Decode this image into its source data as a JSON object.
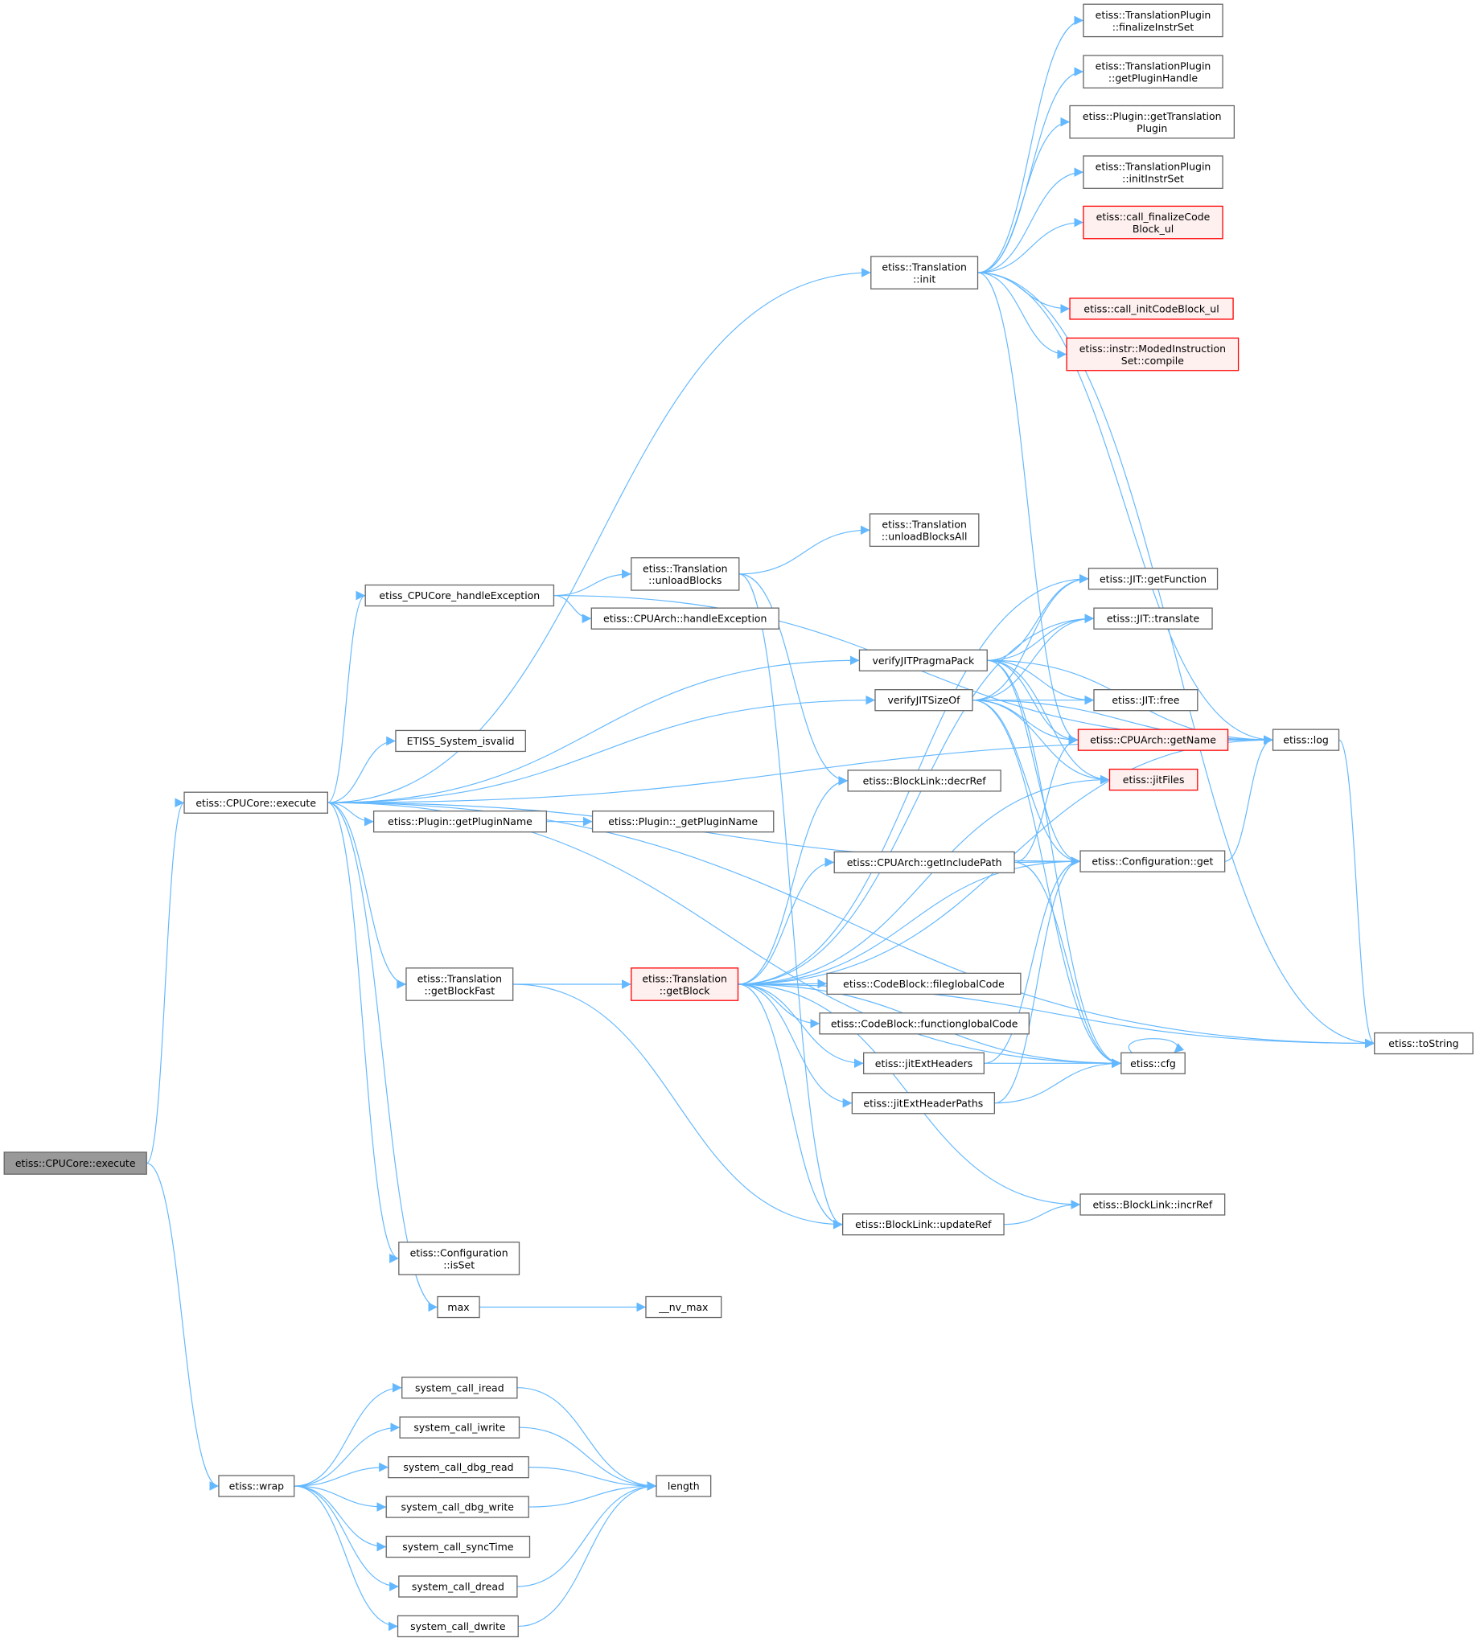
{
  "colors": {
    "edge": "#63b8ff",
    "root_fill": "#999999",
    "red_border": "#ff0000",
    "red_fill": "#fff0f0"
  },
  "nodes": {
    "root": [
      "etiss::CPUCore::execute"
    ],
    "execute": [
      "etiss::CPUCore::execute"
    ],
    "wrap": [
      "etiss::wrap"
    ],
    "init": [
      "etiss::Translation",
      "::init"
    ],
    "coreHandleExc": [
      "etiss_CPUCore_handleException"
    ],
    "isvalid": [
      "ETISS_System_isvalid"
    ],
    "getPluginName": [
      "etiss::Plugin::getPluginName"
    ],
    "getBlockFast": [
      "etiss::Translation",
      "::getBlockFast"
    ],
    "isSet": [
      "etiss::Configuration",
      "::isSet"
    ],
    "max": [
      "max"
    ],
    "iread": [
      "system_call_iread"
    ],
    "iwrite": [
      "system_call_iwrite"
    ],
    "dbgread": [
      "system_call_dbg_read"
    ],
    "dbgwrite": [
      "system_call_dbg_write"
    ],
    "syncTime": [
      "system_call_syncTime"
    ],
    "dread": [
      "system_call_dread"
    ],
    "dwrite": [
      "system_call_dwrite"
    ],
    "unloadBlocks": [
      "etiss::Translation",
      "::unloadBlocks"
    ],
    "archHandleExc": [
      "etiss::CPUArch::handleException"
    ],
    "pragmaPack": [
      "verifyJITPragmaPack"
    ],
    "sizeOf": [
      "verifyJITSizeOf"
    ],
    "_getPluginName": [
      "etiss::Plugin::_getPluginName"
    ],
    "getBlock": [
      "etiss::Translation",
      "::getBlock"
    ],
    "nvmax": [
      "__nv_max"
    ],
    "length": [
      "length"
    ],
    "unloadBlocksAll": [
      "etiss::Translation",
      "::unloadBlocksAll"
    ],
    "decrRef": [
      "etiss::BlockLink::decrRef"
    ],
    "getIncludePath": [
      "etiss::CPUArch::getIncludePath"
    ],
    "fileglobal": [
      "etiss::CodeBlock::fileglobalCode"
    ],
    "functionglobal": [
      "etiss::CodeBlock::functionglobalCode"
    ],
    "jitExtHeaders": [
      "etiss::jitExtHeaders"
    ],
    "jitExtHeaderPaths": [
      "etiss::jitExtHeaderPaths"
    ],
    "updateRef": [
      "etiss::BlockLink::updateRef"
    ],
    "finalizeInstrSet": [
      "etiss::TranslationPlugin",
      "::finalizeInstrSet"
    ],
    "getPluginHandle": [
      "etiss::TranslationPlugin",
      "::getPluginHandle"
    ],
    "getTranslationPlugin": [
      "etiss::Plugin::getTranslation",
      "Plugin"
    ],
    "initInstrSet": [
      "etiss::TranslationPlugin",
      "::initInstrSet"
    ],
    "callFinalize": [
      "etiss::call_finalizeCode",
      "Block_ul"
    ],
    "callInit": [
      "etiss::call_initCodeBlock_ul"
    ],
    "compile": [
      "etiss::instr::ModedInstruction",
      "Set::compile"
    ],
    "getFunction": [
      "etiss::JIT::getFunction"
    ],
    "translate": [
      "etiss::JIT::translate"
    ],
    "free": [
      "etiss::JIT::free"
    ],
    "getName": [
      "etiss::CPUArch::getName"
    ],
    "jitFiles": [
      "etiss::jitFiles"
    ],
    "confGet": [
      "etiss::Configuration::get"
    ],
    "cfg": [
      "etiss::cfg"
    ],
    "incrRef": [
      "etiss::BlockLink::incrRef"
    ],
    "log": [
      "etiss::log"
    ],
    "toString": [
      "etiss::toString"
    ]
  },
  "edges": [
    [
      "root",
      "execute"
    ],
    [
      "root",
      "wrap"
    ],
    [
      "execute",
      "init"
    ],
    [
      "execute",
      "coreHandleExc"
    ],
    [
      "execute",
      "pragmaPack"
    ],
    [
      "execute",
      "sizeOf"
    ],
    [
      "execute",
      "isvalid"
    ],
    [
      "execute",
      "getPluginName"
    ],
    [
      "execute",
      "getBlockFast"
    ],
    [
      "execute",
      "isSet"
    ],
    [
      "execute",
      "max"
    ],
    [
      "execute",
      "log"
    ],
    [
      "execute",
      "confGet"
    ],
    [
      "execute",
      "cfg"
    ],
    [
      "execute",
      "toString"
    ],
    [
      "coreHandleExc",
      "unloadBlocks"
    ],
    [
      "coreHandleExc",
      "archHandleExc"
    ],
    [
      "coreHandleExc",
      "log"
    ],
    [
      "unloadBlocks",
      "unloadBlocksAll"
    ],
    [
      "unloadBlocks",
      "decrRef"
    ],
    [
      "unloadBlocks",
      "updateRef"
    ],
    [
      "init",
      "finalizeInstrSet"
    ],
    [
      "init",
      "getPluginHandle"
    ],
    [
      "init",
      "getTranslationPlugin"
    ],
    [
      "init",
      "initInstrSet"
    ],
    [
      "init",
      "callFinalize"
    ],
    [
      "init",
      "callInit"
    ],
    [
      "init",
      "compile"
    ],
    [
      "init",
      "log"
    ],
    [
      "init",
      "toString"
    ],
    [
      "init",
      "getName"
    ],
    [
      "pragmaPack",
      "getFunction"
    ],
    [
      "pragmaPack",
      "translate"
    ],
    [
      "pragmaPack",
      "free"
    ],
    [
      "pragmaPack",
      "log"
    ],
    [
      "pragmaPack",
      "getName"
    ],
    [
      "pragmaPack",
      "jitFiles"
    ],
    [
      "pragmaPack",
      "cfg"
    ],
    [
      "pragmaPack",
      "confGet"
    ],
    [
      "sizeOf",
      "getFunction"
    ],
    [
      "sizeOf",
      "translate"
    ],
    [
      "sizeOf",
      "free"
    ],
    [
      "sizeOf",
      "getName"
    ],
    [
      "sizeOf",
      "jitFiles"
    ],
    [
      "sizeOf",
      "cfg"
    ],
    [
      "sizeOf",
      "confGet"
    ],
    [
      "sizeOf",
      "log"
    ],
    [
      "getPluginName",
      "_getPluginName"
    ],
    [
      "getBlockFast",
      "getBlock"
    ],
    [
      "getBlockFast",
      "updateRef"
    ],
    [
      "getBlock",
      "getFunction"
    ],
    [
      "getBlock",
      "translate"
    ],
    [
      "getBlock",
      "decrRef"
    ],
    [
      "getBlock",
      "jitFiles"
    ],
    [
      "getBlock",
      "getIncludePath"
    ],
    [
      "getBlock",
      "confGet"
    ],
    [
      "getBlock",
      "log"
    ],
    [
      "getBlock",
      "fileglobal"
    ],
    [
      "getBlock",
      "functionglobal"
    ],
    [
      "getBlock",
      "jitExtHeaders"
    ],
    [
      "getBlock",
      "jitExtHeaderPaths"
    ],
    [
      "getBlock",
      "cfg"
    ],
    [
      "getBlock",
      "incrRef"
    ],
    [
      "getBlock",
      "updateRef"
    ],
    [
      "getBlock",
      "toString"
    ],
    [
      "getIncludePath",
      "getName"
    ],
    [
      "getIncludePath",
      "confGet"
    ],
    [
      "getIncludePath",
      "cfg"
    ],
    [
      "jitExtHeaders",
      "confGet"
    ],
    [
      "jitExtHeaders",
      "cfg"
    ],
    [
      "jitExtHeaderPaths",
      "confGet"
    ],
    [
      "jitExtHeaderPaths",
      "cfg"
    ],
    [
      "confGet",
      "log"
    ],
    [
      "cfg",
      "cfg"
    ],
    [
      "updateRef",
      "incrRef"
    ],
    [
      "log",
      "toString"
    ],
    [
      "max",
      "nvmax"
    ],
    [
      "wrap",
      "iread"
    ],
    [
      "wrap",
      "iwrite"
    ],
    [
      "wrap",
      "dbgread"
    ],
    [
      "wrap",
      "dbgwrite"
    ],
    [
      "wrap",
      "syncTime"
    ],
    [
      "wrap",
      "dread"
    ],
    [
      "wrap",
      "dwrite"
    ],
    [
      "iread",
      "length"
    ],
    [
      "iwrite",
      "length"
    ],
    [
      "dbgread",
      "length"
    ],
    [
      "dbgwrite",
      "length"
    ],
    [
      "dread",
      "length"
    ],
    [
      "dwrite",
      "length"
    ]
  ]
}
